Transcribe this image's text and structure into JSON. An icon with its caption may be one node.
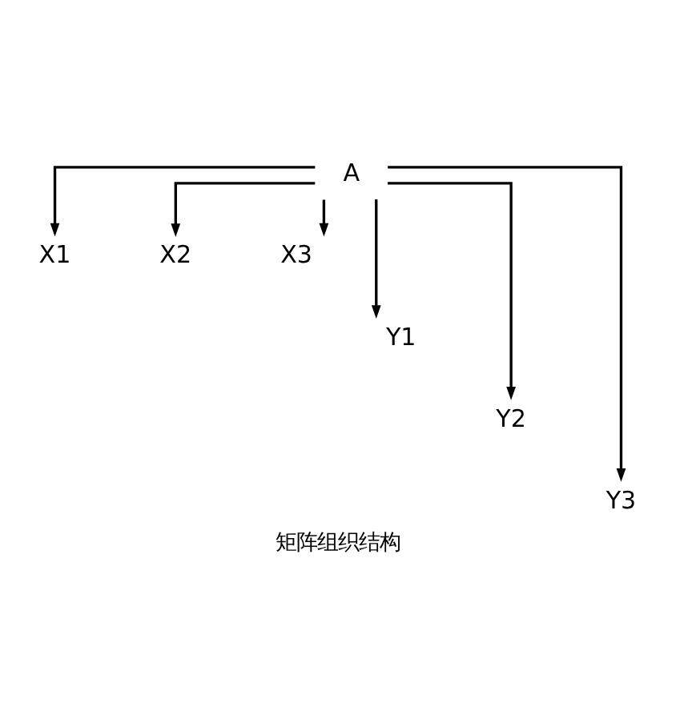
{
  "diagram": {
    "caption": "矩阵组织结构",
    "nodes": [
      {
        "text": [
          "A"
        ]
      },
      {
        "text": [
          "X1"
        ]
      },
      {
        "text": [
          "X2"
        ]
      },
      {
        "text": [
          "X3"
        ]
      },
      {
        "text": [
          "Y1"
        ]
      },
      {
        "text": [
          "Y2"
        ]
      },
      {
        "text": [
          "Y3"
        ]
      }
    ],
    "edges": [
      {
        "from": 0,
        "to": 1,
        "arrow": "to"
      },
      {
        "from": 0,
        "to": 2,
        "arrow": "to"
      },
      {
        "from": 0,
        "to": 3,
        "arrow": "to"
      },
      {
        "from": 0,
        "to": 4,
        "arrow": "to"
      },
      {
        "from": 0,
        "to": 5,
        "arrow": "to"
      },
      {
        "from": 0,
        "to": 6,
        "arrow": "to"
      }
    ]
  }
}
